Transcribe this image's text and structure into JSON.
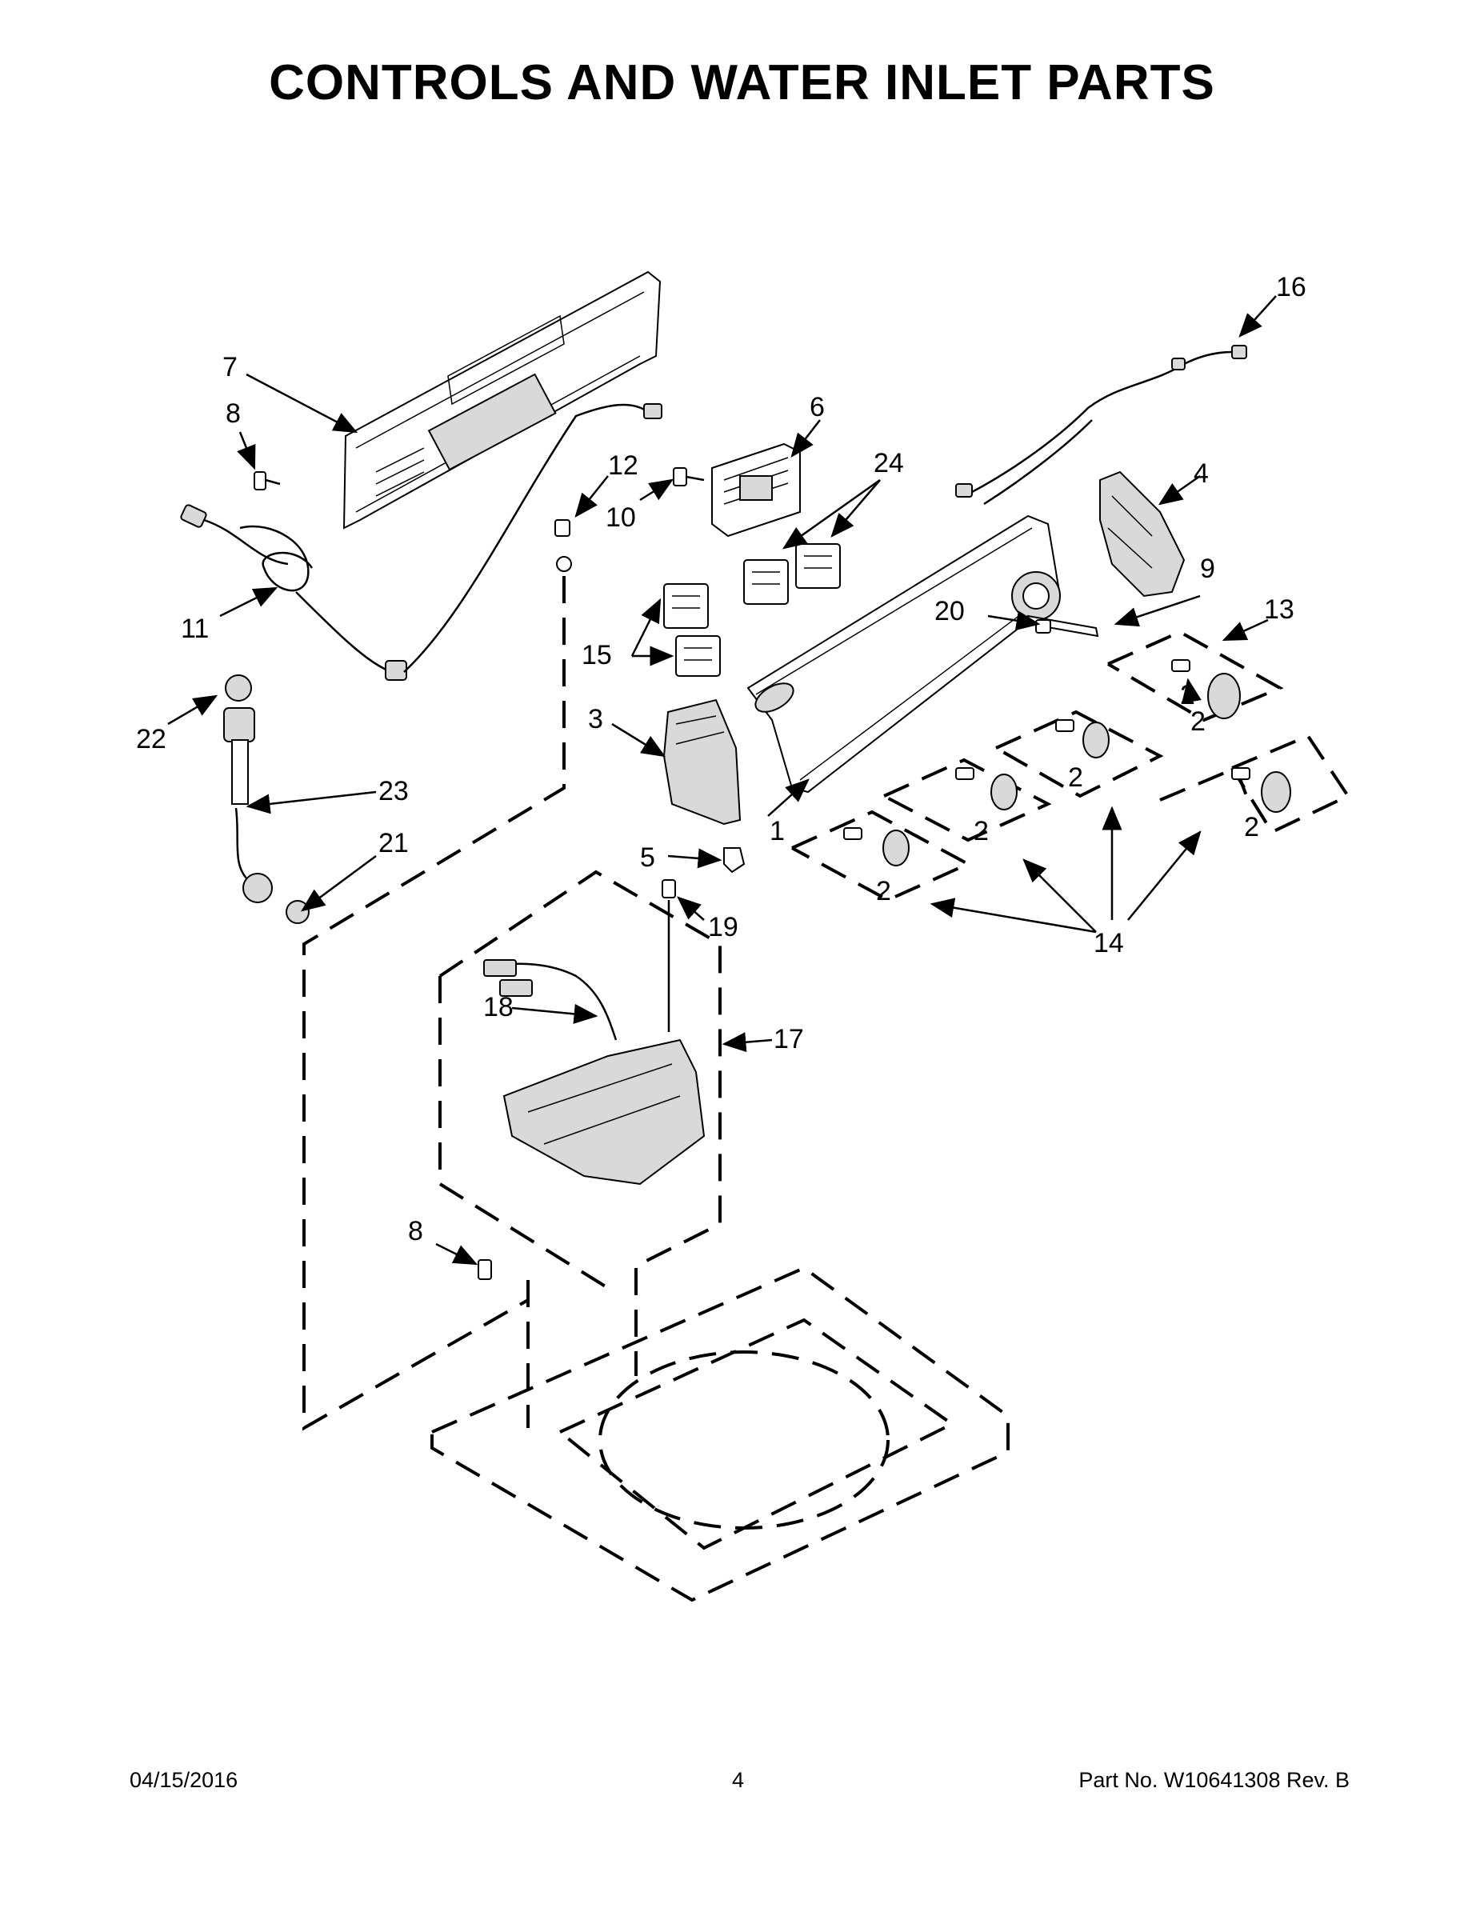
{
  "title": "CONTROLS AND WATER INLET PARTS",
  "footer": {
    "date": "04/15/2016",
    "page": "4",
    "part_number": "Part No.  W10641308  Rev.  B"
  },
  "callouts": [
    {
      "label": "1"
    },
    {
      "label": "2"
    },
    {
      "label": "2"
    },
    {
      "label": "2"
    },
    {
      "label": "2"
    },
    {
      "label": "2"
    },
    {
      "label": "2"
    },
    {
      "label": "3"
    },
    {
      "label": "4"
    },
    {
      "label": "5"
    },
    {
      "label": "6"
    },
    {
      "label": "7"
    },
    {
      "label": "8"
    },
    {
      "label": "8"
    },
    {
      "label": "9"
    },
    {
      "label": "10"
    },
    {
      "label": "11"
    },
    {
      "label": "12"
    },
    {
      "label": "13"
    },
    {
      "label": "14"
    },
    {
      "label": "15"
    },
    {
      "label": "16"
    },
    {
      "label": "17"
    },
    {
      "label": "18"
    },
    {
      "label": "19"
    },
    {
      "label": "20"
    },
    {
      "label": "21"
    },
    {
      "label": "22"
    },
    {
      "label": "23"
    },
    {
      "label": "24"
    }
  ]
}
